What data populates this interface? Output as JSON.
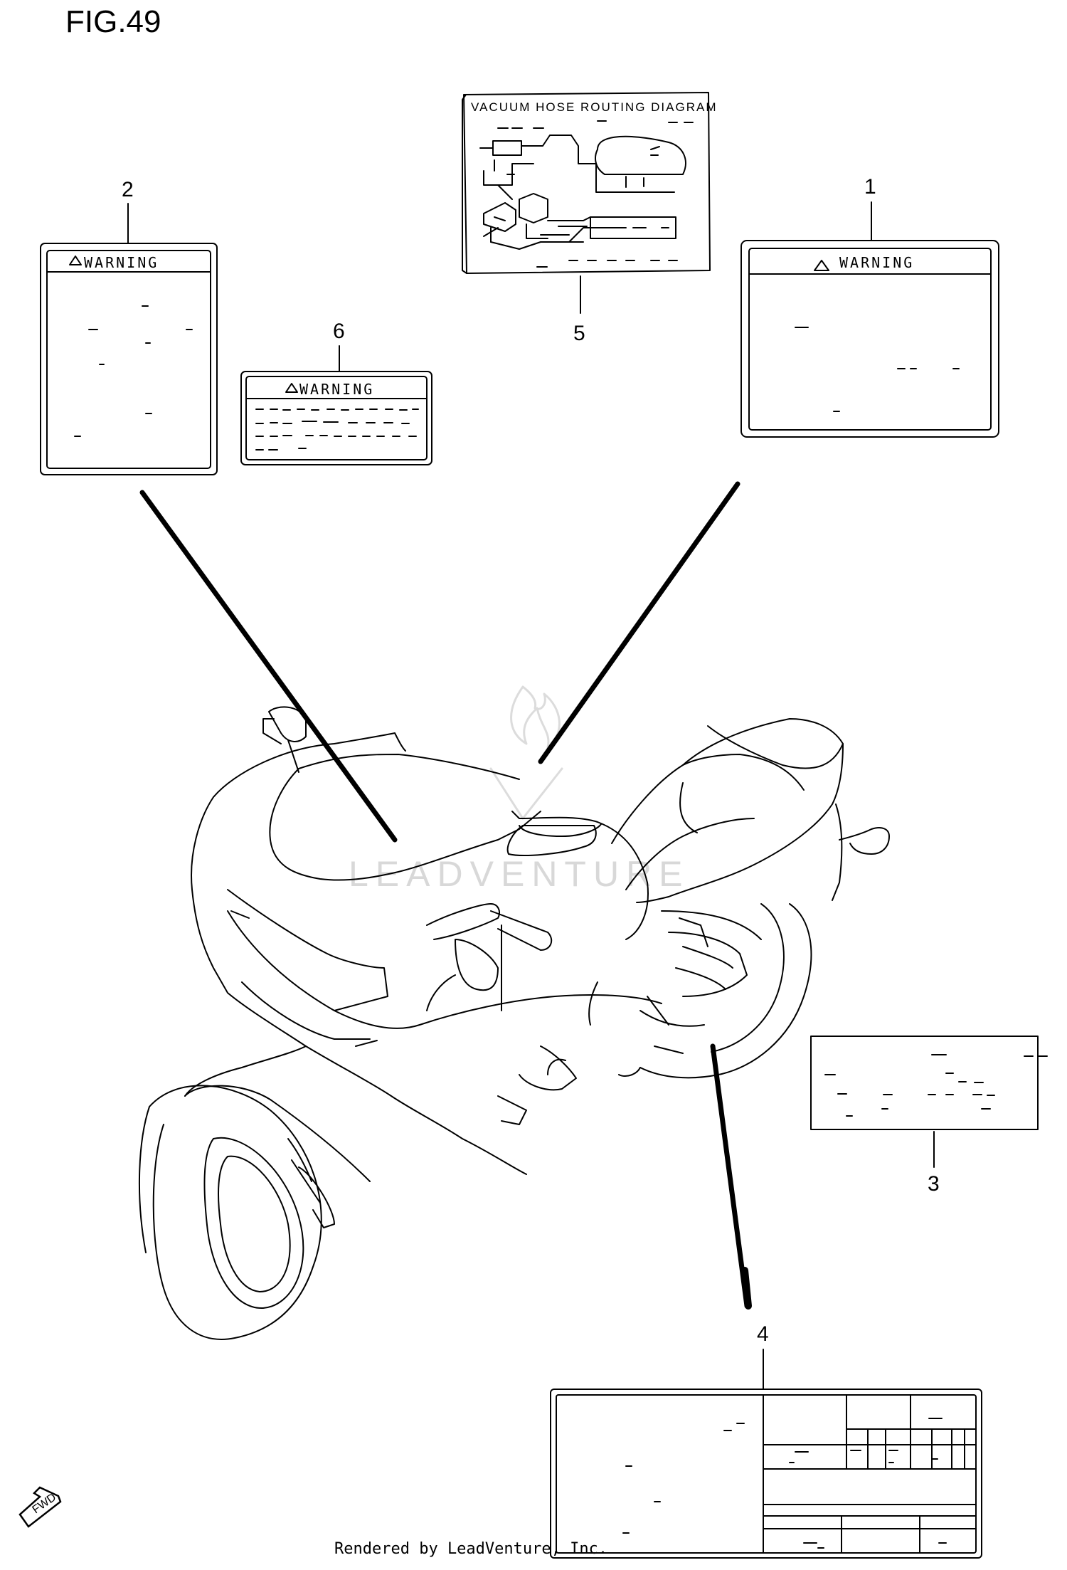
{
  "figure": {
    "title": "FIG.49",
    "footer": "Rendered by LeadVenture, Inc.",
    "watermark": "LEADVENTURE",
    "fwd_label": "FWD"
  },
  "callouts": [
    {
      "id": "1",
      "label": "1",
      "part": "warning label"
    },
    {
      "id": "2",
      "label": "2",
      "part": "warning label"
    },
    {
      "id": "3",
      "label": "3",
      "part": "information label"
    },
    {
      "id": "4",
      "label": "4",
      "part": "information label (table)"
    },
    {
      "id": "5",
      "label": "5",
      "part": "vacuum hose routing label"
    },
    {
      "id": "6",
      "label": "6",
      "part": "warning label"
    }
  ],
  "labels": {
    "warning_text": "WARNING",
    "label5_header": "VACUUM HOSE ROUTING DIAGRAM"
  },
  "colors": {
    "line": "#000000",
    "background": "#ffffff",
    "watermark": "#d8d8d8"
  }
}
